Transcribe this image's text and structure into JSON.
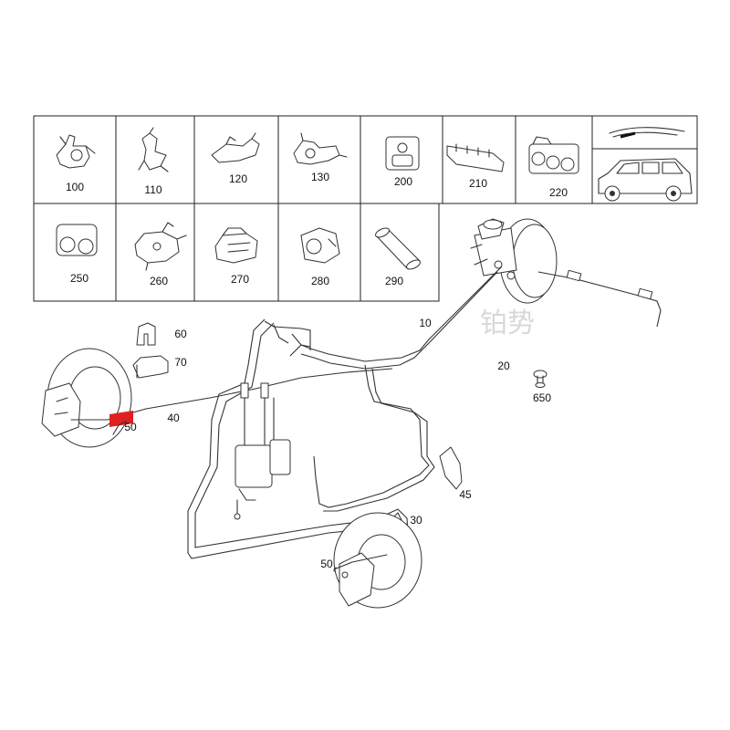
{
  "watermark": "铂势",
  "thumbnails": [
    {
      "label": "100",
      "icon": "bracket-part-icon"
    },
    {
      "label": "110",
      "icon": "clip-part-icon"
    },
    {
      "label": "120",
      "icon": "plate-clip-icon"
    },
    {
      "label": "130",
      "icon": "holder-part-icon"
    },
    {
      "label": "200",
      "icon": "grommet-block-icon"
    },
    {
      "label": "210",
      "icon": "multi-clip-strip-icon"
    },
    {
      "label": "220",
      "icon": "triple-clip-icon"
    },
    {
      "label": "250",
      "icon": "double-clip-icon"
    },
    {
      "label": "260",
      "icon": "mount-bracket-icon"
    },
    {
      "label": "270",
      "icon": "pipe-holder-icon"
    },
    {
      "label": "280",
      "icon": "clamp-block-icon"
    },
    {
      "label": "290",
      "icon": "sleeve-tube-icon"
    }
  ],
  "callouts": {
    "c10": "10",
    "c20": "20",
    "c30": "30",
    "c40": "40",
    "c45": "45",
    "c50a": "50",
    "c50b": "50",
    "c60": "60",
    "c70": "70",
    "c650": "650"
  },
  "colors": {
    "highlight": "#e02020",
    "line": "#333333",
    "watermark": "#cccccc"
  }
}
